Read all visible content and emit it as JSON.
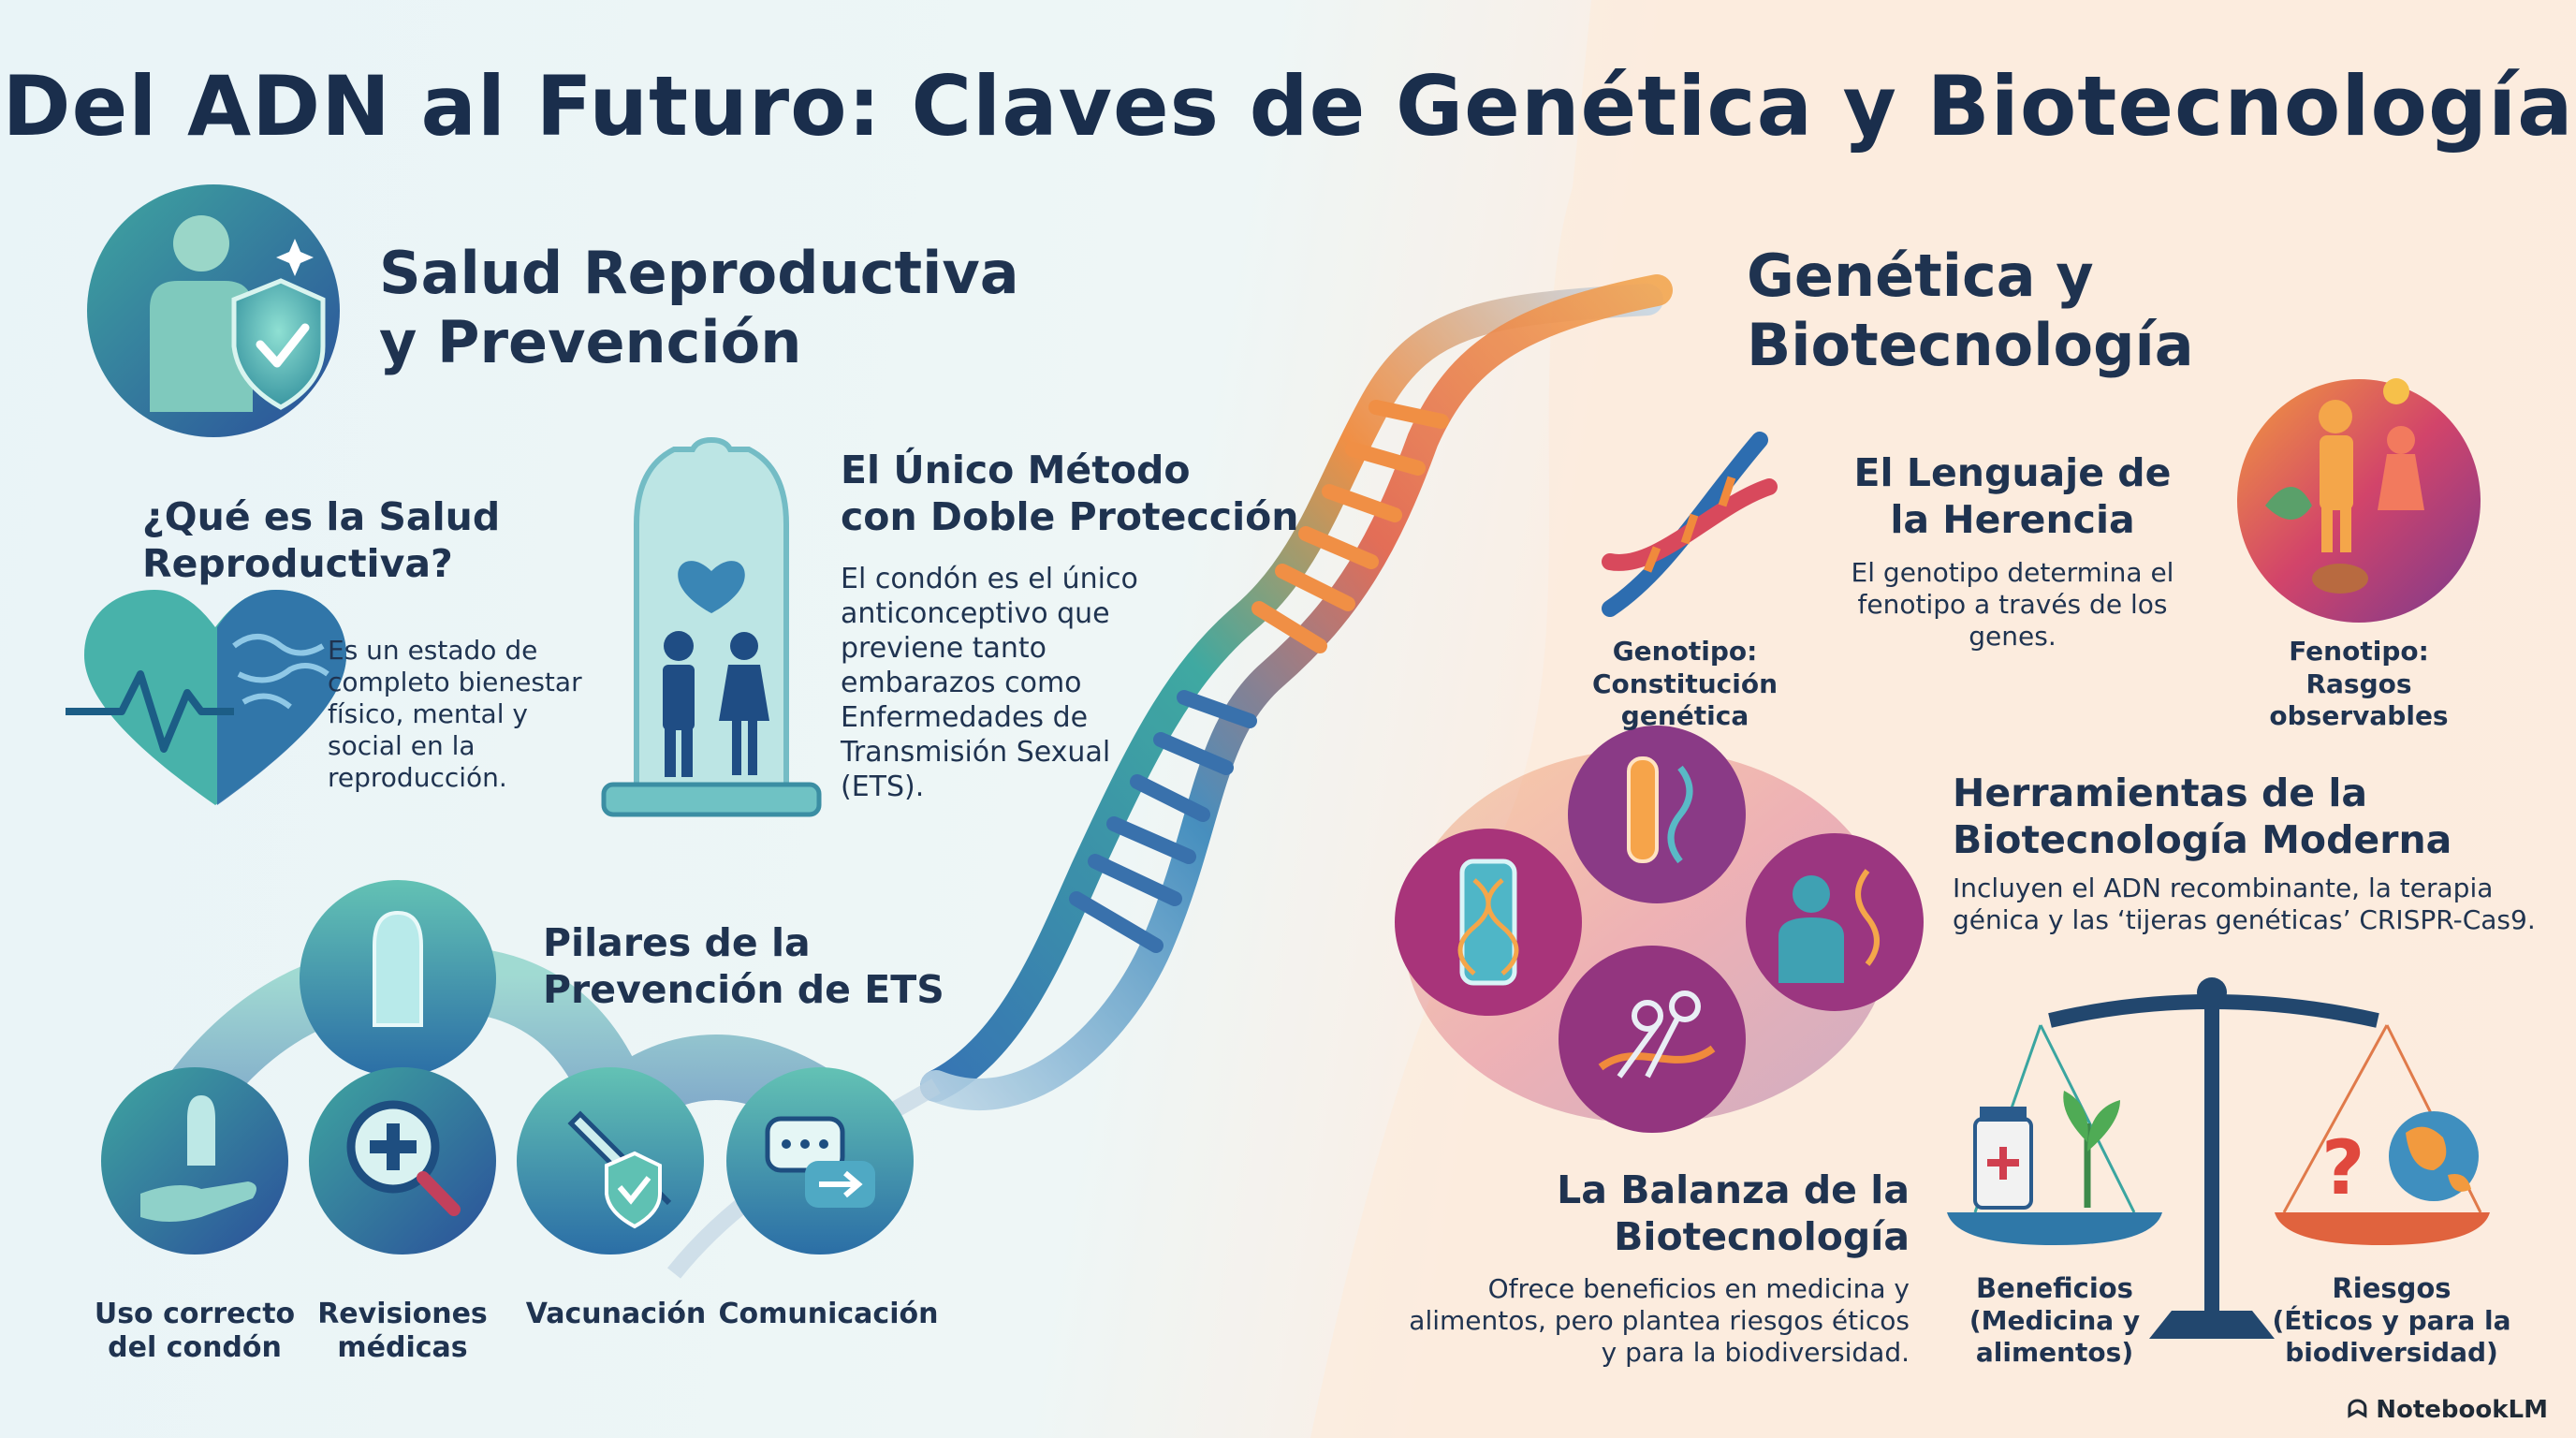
{
  "title": "Del ADN al Futuro: Claves de Genética y Biotecnología",
  "left": {
    "heading_line1": "Salud Reproductiva",
    "heading_line2": "y Prevención",
    "what_title_line1": "¿Qué es la Salud",
    "what_title_line2": "Reproductiva?",
    "what_text": [
      "Es un estado de",
      "completo bienestar",
      "físico, mental y",
      "social en la",
      "reproducción."
    ],
    "method_title_line1": "El Único Método",
    "method_title_line2": "con Doble Protección",
    "method_text": [
      "El condón es el único",
      "anticonceptivo que",
      "previene tanto",
      "embarazos como",
      "Enfermedades de",
      "Transmisión Sexual",
      "(ETS)."
    ],
    "pillars_title_line1": "Pilares de la",
    "pillars_title_line2": "Prevención de ETS",
    "pillars": [
      {
        "line1": "Uso correcto",
        "line2": "del condón"
      },
      {
        "line1": "Revisiones",
        "line2": "médicas"
      },
      {
        "line1": "Vacunación",
        "line2": ""
      },
      {
        "line1": "Comunicación",
        "line2": ""
      }
    ]
  },
  "right": {
    "heading_line1": "Genética y",
    "heading_line2": "Biotecnología",
    "heredity_title_line1": "El Lenguaje de",
    "heredity_title_line2": "la Herencia",
    "heredity_text_line1": "El genotipo determina el",
    "heredity_text_line2": "fenotipo a través de los genes.",
    "genotype_label": "Genotipo:",
    "genotype_text": "Constitución genética",
    "phenotype_label": "Fenotipo:",
    "phenotype_text": "Rasgos observables",
    "tools_title_line1": "Herramientas de la",
    "tools_title_line2": "Biotecnología Moderna",
    "tools_text_line1": "Incluyen el ADN recombinante, la terapia",
    "tools_text_line2": "génica y las ‘tijeras genéticas’ CRISPR-Cas9.",
    "balance_title_line1": "La Balanza de la",
    "balance_title_line2": "Biotecnología",
    "balance_text_line1": "Ofrece beneficios en medicina y",
    "balance_text_line2": "alimentos, pero plantea riesgos éticos",
    "balance_text_line3": "y para la biodiversidad.",
    "benefits_label": "Beneficios",
    "benefits_sub1": "(Medicina y",
    "benefits_sub2": "alimentos)",
    "risks_label": "Riesgos",
    "risks_sub1": "(Éticos y para la",
    "risks_sub2": "biodiversidad)"
  },
  "brand": "NotebookLM",
  "colors": {
    "navy": "#1a2e4c",
    "teal": "#2a9d9a",
    "blue": "#2f6fb0",
    "orange": "#f08a3c",
    "magenta": "#b8336a",
    "purple": "#7a3c8c"
  }
}
